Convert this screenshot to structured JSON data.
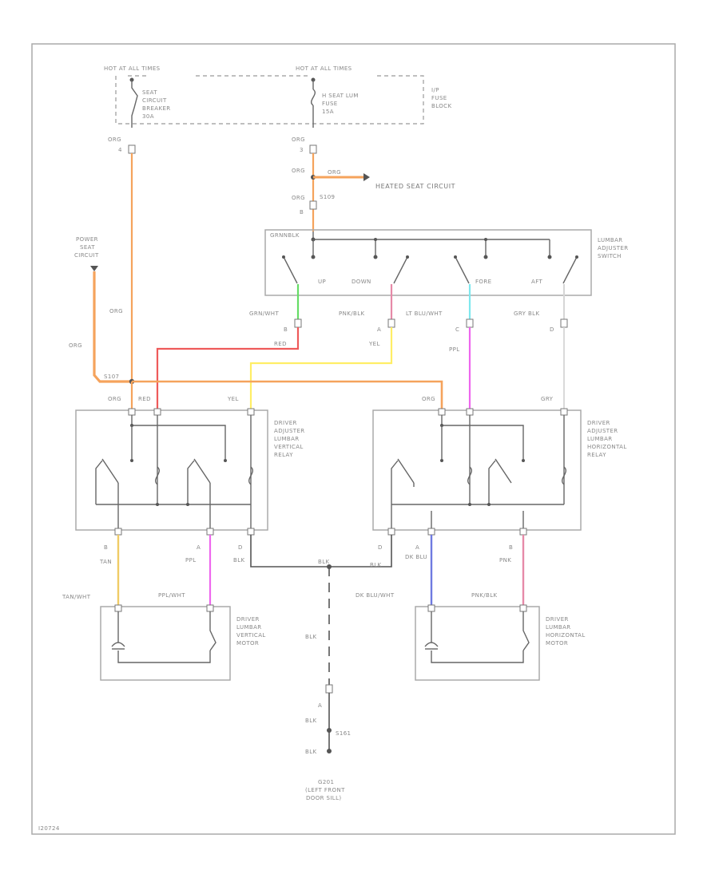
{
  "fuse_block": {
    "hot_at_all_times_1": "HOT AT ALL TIMES",
    "hot_at_all_times_2": "HOT AT ALL TIMES",
    "breaker_lines": [
      "SEAT",
      "CIRCUIT",
      "BREAKER",
      "30A"
    ],
    "fuse_lines": [
      "H SEAT LUM",
      "FUSE",
      "15A"
    ],
    "block_lines": [
      "I/P",
      "FUSE",
      "BLOCK"
    ]
  },
  "left_feed": {
    "wire": "ORG",
    "pin": "4"
  },
  "right_feed": {
    "wire1": "ORG",
    "pin": "3",
    "wire2": "ORG",
    "wire3": "ORG",
    "splice": "S109",
    "pin2": "B",
    "branch_wire": "ORG",
    "heated_seat": "HEATED SEAT CIRCUIT"
  },
  "power_seat": {
    "lines": [
      "POWER",
      "SEAT",
      "CIRCUIT"
    ],
    "wire1": "ORG",
    "wire2": "ORG",
    "splice": "S107"
  },
  "lumbar_switch": {
    "lines": [
      "LUMBAR",
      "ADJUSTER",
      "SWITCH"
    ],
    "top_label": "GRNNBLK",
    "positions": [
      "UP",
      "DOWN",
      "FORE",
      "AFT"
    ],
    "outputs": [
      {
        "wire": "GRN/WHT",
        "pin": "B",
        "wire2": "RED"
      },
      {
        "wire": "PNK/BLK",
        "pin": "A",
        "wire2": "YEL"
      },
      {
        "wire": "LT BLU/WHT",
        "pin": "C",
        "wire2": "PPL"
      },
      {
        "wire": "GRY BLK",
        "pin": "D",
        "wire2": "GRY"
      }
    ]
  },
  "vertical_relay": {
    "lines": [
      "DRIVER",
      "ADJUSTER",
      "LUMBAR",
      "VERTICAL",
      "RELAY"
    ],
    "top_wires": [
      "ORG",
      "RED",
      "YEL"
    ]
  },
  "horizontal_relay": {
    "lines": [
      "DRIVER",
      "ADJUSTER",
      "LUMBAR",
      "HORIZONTAL",
      "RELAY"
    ],
    "top_wires": [
      "ORG",
      "GRY"
    ]
  },
  "vertical_motor": {
    "lines": [
      "DRIVER",
      "LUMBAR",
      "VERTICAL",
      "MOTOR"
    ],
    "pin_b": "B",
    "wire_b": "TAN",
    "pin_a": "A",
    "wire_a": "PPL",
    "pin_d": "D",
    "wire_d": "BLK",
    "conn_left": "TAN/WHT",
    "conn_right": "PPL/WHT"
  },
  "horizontal_motor": {
    "lines": [
      "DRIVER",
      "LUMBAR",
      "HORIZONTAL",
      "MOTOR"
    ],
    "pin_d": "D",
    "wire_d": "BLK",
    "pin_a": "A",
    "wire_a": "DK BLU",
    "pin_b": "B",
    "wire_b": "PNK",
    "conn_left": "DK BLU/WHT",
    "conn_right": "PNK/BLK"
  },
  "ground": {
    "splice_wire": "BLK",
    "wire1": "BLK",
    "pin": "A",
    "wire2": "BLK",
    "splice": "S161",
    "wire3": "BLK",
    "lines": [
      "G201",
      "(LEFT FRONT",
      "DOOR SILL)"
    ]
  },
  "footer_code": "I20724",
  "colors": {
    "org": "#f5a35c",
    "red": "#ee5a5a",
    "yel": "#ffee66",
    "grn": "#66dd66",
    "pnk": "#e68aa8",
    "ltblu": "#7ee8ee",
    "ppl": "#ee66ee",
    "gry": "#d6d6d6",
    "dkblu": "#6f7ae0",
    "tan": "#f0cc66",
    "blk": "#555555"
  }
}
